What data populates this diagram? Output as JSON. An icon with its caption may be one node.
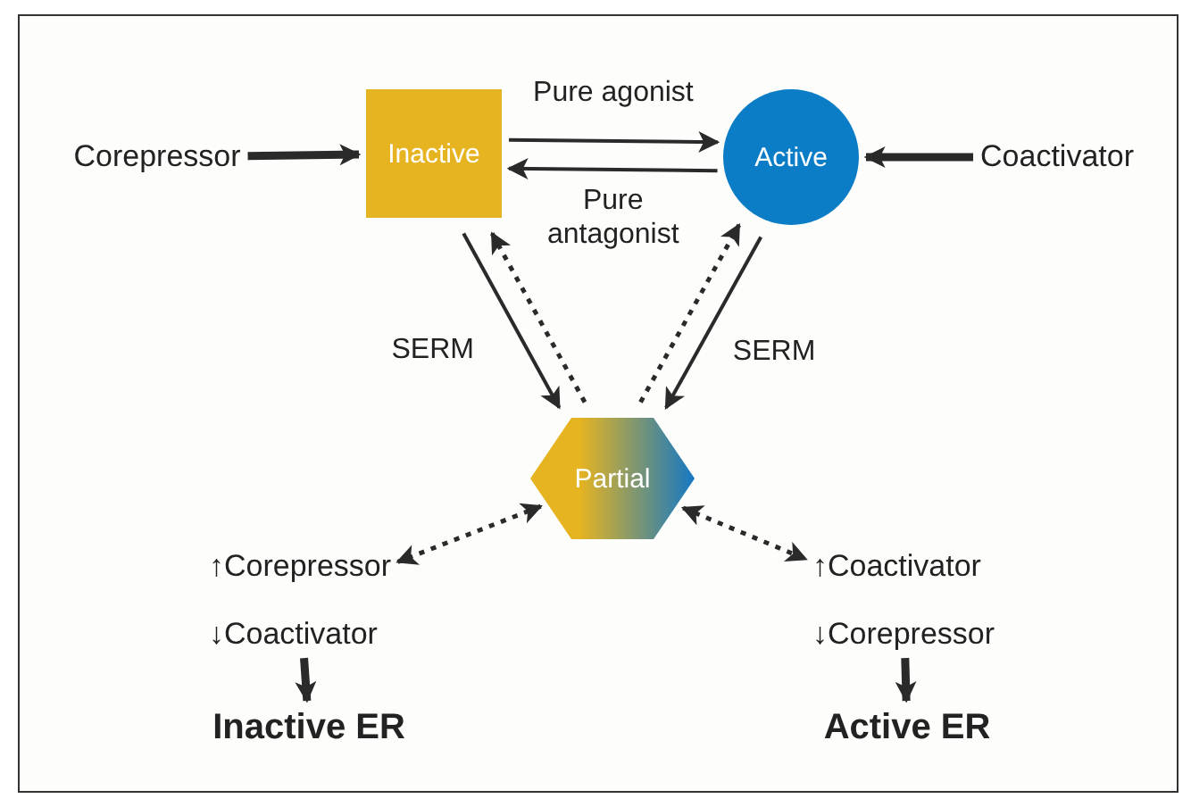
{
  "diagram": {
    "nodes": [
      {
        "text": [
          "Corepressor"
        ]
      },
      {
        "text": [
          "Inactive"
        ]
      },
      {
        "text": [
          "Active"
        ]
      },
      {
        "text": [
          "Coactivator"
        ]
      },
      {
        "text": [
          "Partial"
        ]
      },
      {
        "text": [
          "↑Corepressor",
          "↓Coactivator"
        ]
      },
      {
        "text": [
          "Inactive ER"
        ]
      },
      {
        "text": [
          "↑Coactivator",
          "↓Corepressor"
        ]
      },
      {
        "text": [
          "Active ER"
        ]
      }
    ],
    "edges": [
      {
        "from": 0,
        "to": 1,
        "arrow": "to",
        "style": "thick"
      },
      {
        "from": 3,
        "to": 2,
        "arrow": "to",
        "style": "thick"
      },
      {
        "from": 1,
        "to": 2,
        "arrow": "to",
        "label": "Pure agonist"
      },
      {
        "from": 2,
        "to": 1,
        "arrow": "to",
        "label": "Pure antagonist"
      },
      {
        "from": 1,
        "to": 4,
        "arrow": "to",
        "label": "SERM"
      },
      {
        "from": 4,
        "to": 1,
        "arrow": "to",
        "style": "dashed"
      },
      {
        "from": 2,
        "to": 4,
        "arrow": "to",
        "label": "SERM"
      },
      {
        "from": 4,
        "to": 2,
        "arrow": "to",
        "style": "dashed"
      },
      {
        "from": 4,
        "to": 5,
        "arrow": "both",
        "style": "dashed"
      },
      {
        "from": 4,
        "to": 7,
        "arrow": "both",
        "style": "dashed"
      },
      {
        "from": 5,
        "to": 6,
        "arrow": "to",
        "style": "thick"
      },
      {
        "from": 7,
        "to": 8,
        "arrow": "to",
        "style": "thick"
      }
    ]
  }
}
